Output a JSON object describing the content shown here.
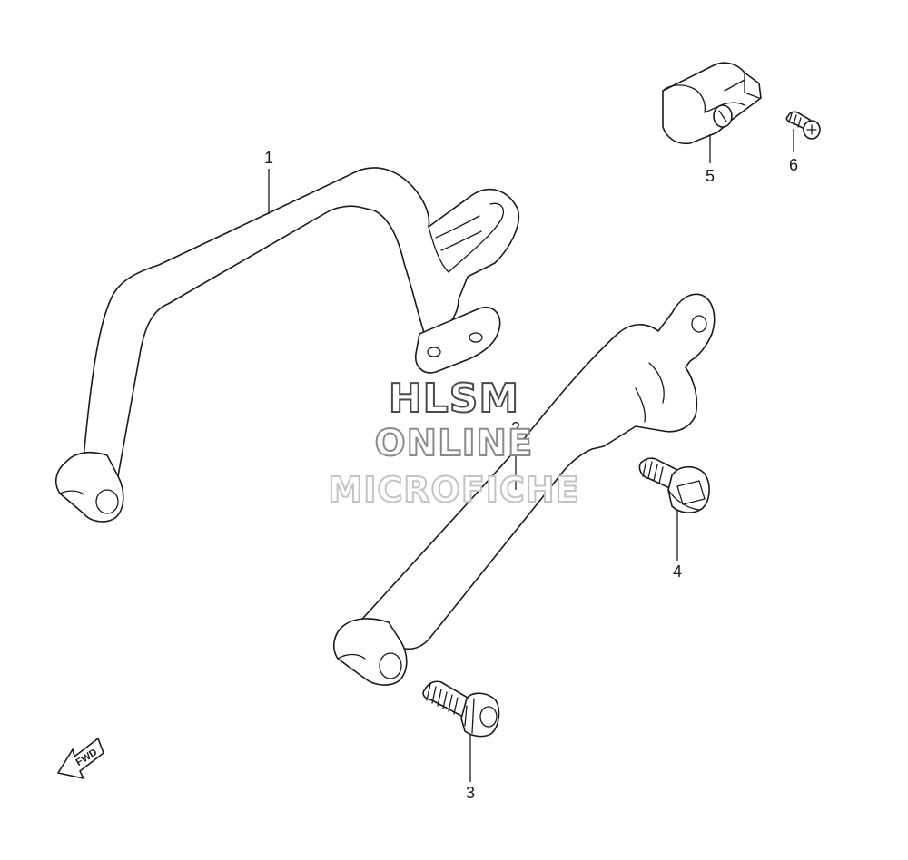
{
  "callouts": {
    "part_1": "1",
    "part_2": "2",
    "part_3": "3",
    "part_4": "4",
    "part_5": "5",
    "part_6": "6"
  },
  "fwd_label": "FWD",
  "watermark": {
    "line1": "HLSM",
    "line2": "ONLINE",
    "line3": "MICROFICHE"
  }
}
